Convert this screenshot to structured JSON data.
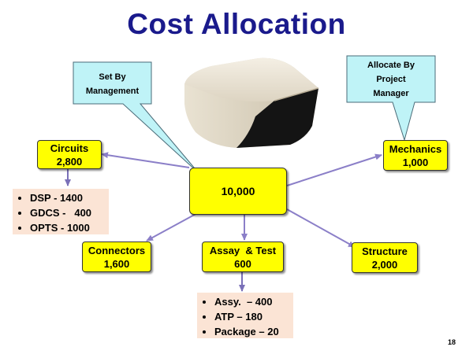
{
  "title": "Cost Allocation",
  "callouts": {
    "management": {
      "line1": "Set By",
      "line2": "Management"
    },
    "project_manager": {
      "line1": "Allocate By",
      "line2": "Project",
      "line3": "Manager"
    }
  },
  "nodes": {
    "center": {
      "value": "10,000"
    },
    "circuits": {
      "label": "Circuits",
      "value": "2,800"
    },
    "mechanics": {
      "label": "Mechanics",
      "value": "1,000"
    },
    "connectors": {
      "label": "Connectors",
      "value": "1,600"
    },
    "assay_test": {
      "label": "Assay  & Test",
      "value": "600"
    },
    "structure": {
      "label": "Structure",
      "value": "2,000"
    }
  },
  "circuits_breakdown": [
    "DSP - 1400",
    "GDCS -   400",
    "OPTS - 1000"
  ],
  "assay_breakdown": [
    "Assy.  – 400",
    "ATP – 180",
    "Package – 20"
  ],
  "page_number": "18",
  "colors": {
    "title": "#1a1a8c",
    "box_fill": "#ffff00",
    "callout_fill": "#bff3f7",
    "arrow": "#8b7fc8",
    "list_fill": "#fbe4d5"
  }
}
